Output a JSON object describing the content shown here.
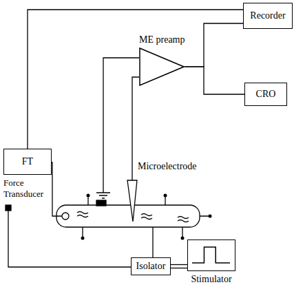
{
  "diagram": {
    "nodes": [
      {
        "text": [
          "Recorder"
        ]
      },
      {
        "text": [
          "ME preamp"
        ]
      },
      {
        "text": [
          "CRO"
        ]
      },
      {
        "text": [
          "FT",
          "Force Transducer"
        ]
      },
      {
        "text": [
          "Isolator"
        ]
      },
      {
        "text": [
          "Stimulator"
        ]
      }
    ],
    "edges": [
      {
        "from": 3,
        "to": 0,
        "arrow": "none"
      },
      {
        "from": 1,
        "to": 0,
        "arrow": "none"
      },
      {
        "from": 1,
        "to": 2,
        "arrow": "none"
      },
      {
        "from": 4,
        "to": 5,
        "arrow": "none"
      }
    ],
    "labels": [
      "Microelectrode"
    ]
  }
}
